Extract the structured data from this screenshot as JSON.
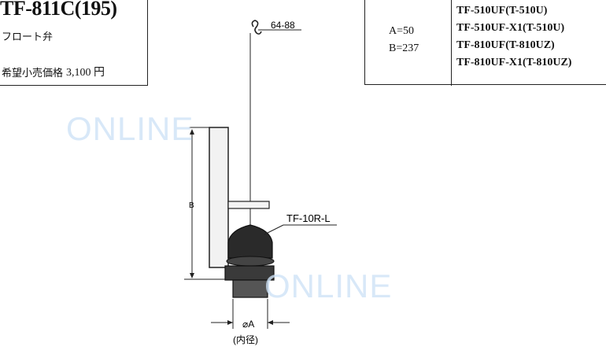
{
  "header": {
    "model": "TF-811C(195)",
    "product_name": "フロート弁",
    "price_label": "希望小売価格",
    "price_value": "3,100 円"
  },
  "spec": {
    "a_value": "A=50",
    "b_value": "B=237",
    "compatible_models": [
      "TF-510UF(T-510U)",
      "TF-510UF-X1(T-510U)",
      "TF-810UF(T-810UZ)",
      "TF-810UF-X1(T-810UZ)"
    ]
  },
  "diagram": {
    "chain_label": "64-88",
    "part_label": "TF-10R-L",
    "dim_b_label": "B",
    "dim_a_label": "⌀A",
    "dim_a_sub": "(内径)"
  },
  "watermark": {
    "text": "ONLINE"
  },
  "colors": {
    "watermark": "#cfe3f7",
    "line": "#111111"
  }
}
